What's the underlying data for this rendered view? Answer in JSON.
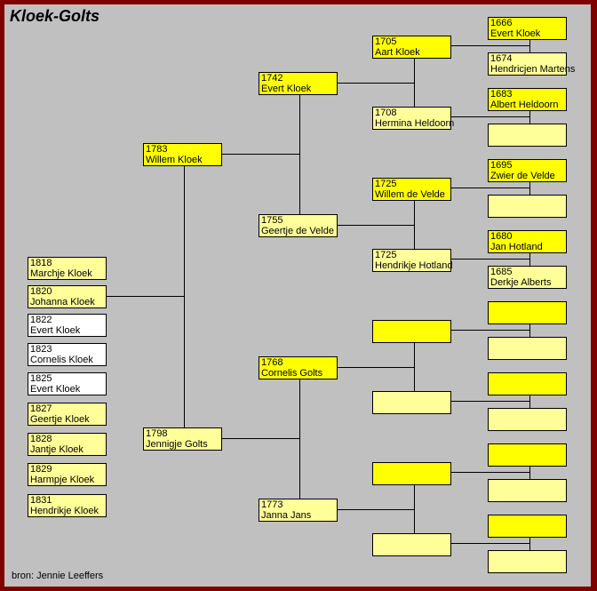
{
  "title": "Kloek-Golts",
  "source": "bron: Jennie Leeffers",
  "colors": {
    "male": "#ffff00",
    "female": "#ffff99",
    "child_other": "#ffffff",
    "frame": "#800000",
    "background": "#c0c0c0"
  },
  "children": [
    {
      "year": "1818",
      "name": "Marchje Kloek"
    },
    {
      "year": "1820",
      "name": "Johanna Kloek"
    },
    {
      "year": "1822",
      "name": "Evert Kloek"
    },
    {
      "year": "1823",
      "name": "Cornelis Kloek"
    },
    {
      "year": "1825",
      "name": "Evert Kloek"
    },
    {
      "year": "1827",
      "name": "Geertje Kloek"
    },
    {
      "year": "1828",
      "name": "Jantje Kloek"
    },
    {
      "year": "1829",
      "name": "Harmpje Kloek"
    },
    {
      "year": "1831",
      "name": "Hendrikje Kloek"
    }
  ],
  "parents": [
    {
      "year": "1783",
      "name": "Willem Kloek"
    },
    {
      "year": "1798",
      "name": "Jennigje Golts"
    }
  ],
  "grandparents": [
    {
      "year": "1742",
      "name": "Evert Kloek"
    },
    {
      "year": "1755",
      "name": "Geertje de Velde"
    },
    {
      "year": "1768",
      "name": "Cornelis Golts"
    },
    {
      "year": "1773",
      "name": "Janna Jans"
    }
  ],
  "great_grandparents": [
    {
      "year": "1705",
      "name": "Aart Kloek"
    },
    {
      "year": "1708",
      "name": "Hermina Heldoorn"
    },
    {
      "year": "1725",
      "name": "Willem de Velde"
    },
    {
      "year": "1725",
      "name": "Hendrikje Hotland"
    },
    {
      "year": "",
      "name": ""
    },
    {
      "year": "",
      "name": ""
    },
    {
      "year": "",
      "name": ""
    },
    {
      "year": "",
      "name": ""
    }
  ],
  "gg_grandparents": [
    {
      "year": "1666",
      "name": "Evert Kloek"
    },
    {
      "year": "1674",
      "name": "Hendricjen Martens"
    },
    {
      "year": "1683",
      "name": "Albert Heldoorn"
    },
    {
      "year": "",
      "name": ""
    },
    {
      "year": "1695",
      "name": "Zwier de Velde"
    },
    {
      "year": "",
      "name": ""
    },
    {
      "year": "1680",
      "name": "Jan Hotland"
    },
    {
      "year": "1685",
      "name": "Derkje Alberts"
    },
    {
      "year": "",
      "name": ""
    },
    {
      "year": "",
      "name": ""
    },
    {
      "year": "",
      "name": ""
    },
    {
      "year": "",
      "name": ""
    },
    {
      "year": "",
      "name": ""
    },
    {
      "year": "",
      "name": ""
    },
    {
      "year": "",
      "name": ""
    },
    {
      "year": "",
      "name": ""
    }
  ]
}
